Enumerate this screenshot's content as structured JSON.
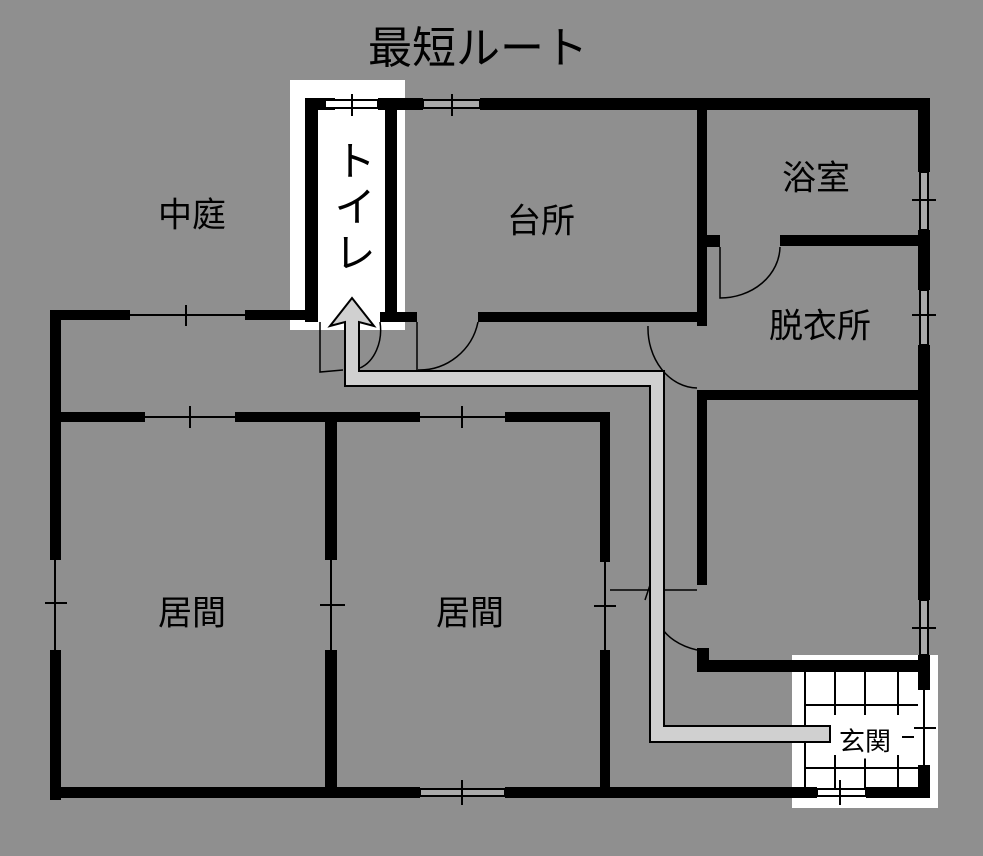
{
  "title": "最短ルート",
  "rooms": {
    "courtyard": "中庭",
    "toilet": "トイレ",
    "kitchen": "台所",
    "bath": "浴室",
    "dressing": "脱衣所",
    "living1": "居間",
    "living2": "居間",
    "entrance": "玄関"
  },
  "colors": {
    "background": "#8f8f8f",
    "wall": "#000000",
    "route": "#d0d0d0",
    "highlight": "#ffffff"
  }
}
